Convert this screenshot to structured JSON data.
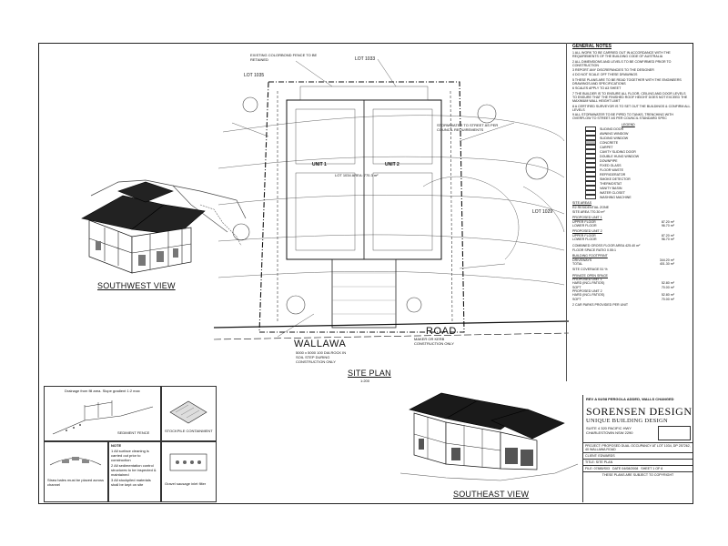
{
  "views": {
    "southwest": "SOUTHWEST VIEW",
    "southeast": "SOUTHEAST VIEW",
    "site_plan": "SITE PLAN",
    "site_plan_scale": "1:200"
  },
  "site": {
    "road_left": "WALLAWA",
    "road_right": "ROAD",
    "unit_left": "UNIT 1",
    "unit_right": "UNIT 2",
    "lot_top": "LOT 1033",
    "lot_left": "LOT 1035",
    "lot_right": "LOT 1029",
    "lot_center": "LOT 1034 AREA: 770.3 m²",
    "fence_note": "EXISTING COLORBOND FENCE TO BE RETAINED",
    "stormwater_note": "STORMWATER TO STREET AS PER COUNCIL REQUIREMENTS",
    "driveway_note": "5000 x 5000 100 DIA ROCK IN SOIL STEP DURING CONSTRUCTION ONLY",
    "kerb_note": "MAKER OR KERB CONSTRUCTION ONLY"
  },
  "general_notes": {
    "title": "GENERAL NOTES",
    "items": [
      "1 ALL WORK TO BE CARRIED OUT IN ACCORDANCE WITH THE REQUIREMENTS OF THE BUILDING CODE OF AUSTRALIA",
      "2 ALL DIMENSIONS AND LEVELS TO BE CONFIRMED PRIOR TO CONSTRUCTION",
      "3 REPORT ANY DISCREPANCIES TO THE DESIGNER",
      "4 DO NOT SCALE OFF THESE DRAWINGS",
      "5 THESE PLANS ARE TO BE READ TOGETHER WITH THE ENGINEERS DRAWINGS AND SPECIFICATIONS",
      "6 SCALES APPLY TO A3 SHEET",
      "7 THE BUILDER IS TO ENSURE ALL FLOOR, CEILING AND DOOR LEVELS TO ENSURE THAT THE FINISHED ROOF HEIGHT DOES NOT EXCEED THE MAXIMUM WALL HEIGHT LIMIT",
      "8 A CERTIFIED SURVEYOR IS TO SET OUT THE BUILDINGS & CONFIRM ALL LEVELS",
      "9 ALL STORMWATER TO BE PIPED TO TANKS, TRENCHING WITH OVERFLOW TO STREET AS PER COUNCIL STANDARD SPEC"
    ]
  },
  "legend": {
    "title": "LEGEND",
    "items": [
      "SLIDING DOOR",
      "AWNING WINDOW",
      "SLIDING WINDOW",
      "CONCRETE",
      "CARPET",
      "CAVITY SLIDING DOOR",
      "DOUBLE HUNG WINDOW",
      "DOWNPIPE",
      "FIXED GLASS",
      "FLOOR WASTE",
      "REFRIGERATOR",
      "SMOKE DETECTOR",
      "THERMOSTAT",
      "VANITY BASIN",
      "WATER CLOSET",
      "WASHING MACHINE"
    ]
  },
  "site_areas": {
    "title": "SITE AREAS",
    "zoning": "R2 RESIDENTIAL ZONE",
    "site_area": "SITE AREA 770.30 m²",
    "unit1_head": "PROPOSED UNIT 1",
    "unit1": [
      [
        "UPPER FLOOR",
        "87.20 m²"
      ],
      [
        "LOWER FLOOR",
        "96.70 m²"
      ]
    ],
    "unit2_head": "PROPOSED UNIT 2",
    "unit2": [
      [
        "UPPER FLOOR",
        "87.20 m²"
      ],
      [
        "LOWER FLOOR",
        "96.70 m²"
      ]
    ],
    "combined": "COMBINED GROSS FLOOR AREA 425.40 m²",
    "fsr": "FLOOR SPACE RATIO 0.55:1",
    "footprint_head": "BUILDING FOOTPRINT",
    "footprint": [
      [
        "DRIVEWAYS",
        "344.20 m²"
      ],
      [
        "TOTAL",
        "401.30 m²"
      ]
    ],
    "coverage": "SITE COVERAGE 51 %",
    "open_head": "PRIVATE OPEN SPACE",
    "open": [
      [
        "PROPOSED UNIT 1",
        ""
      ],
      [
        "HARD (INCL PATIOS)",
        "52.80 m²"
      ],
      [
        "SOFT",
        "70.00 m²"
      ],
      [
        "PROPOSED UNIT 2",
        ""
      ],
      [
        "HARD (INCL PATIOS)",
        "52.80 m²"
      ],
      [
        "SOFT",
        "70.00 m²"
      ]
    ],
    "cars": "2 CAR PARKS PROVIDED PER UNIT"
  },
  "title_block": {
    "revision": "REV A 04/08  PERGOLA ADDED, WALLS CHANGED",
    "company": "SORENSEN DESIGN",
    "tagline": "UNIQUE BUILDING DESIGN",
    "address": "SUITE 4 320 PACIFIC HWY CHARLESTOWN NSW 2290",
    "project_label": "PROJECT",
    "project": "PROPOSED DUAL OCCUPANCY AT LOT 1034, DP 257262, 40 WALLAWA ROAD",
    "client_label": "CLIENT",
    "client": "EDWARDS",
    "title_label": "TITLE",
    "title": "SITE PLAN",
    "file_label": "FILE",
    "file": "07885/S03",
    "date": "DATE 04/08/2008",
    "sheet": "SHEET 1 OF 6",
    "copyright": "THESE PLANS ARE SUBJECT TO COPYRIGHT"
  },
  "details": {
    "sediment_title": "Drainage from fill area. Slope gradient 1:2 max",
    "sediment_label": "SEDIMENT FENCE",
    "stockpile_title": "STOCKPILE CONTAINMENT",
    "notes_title": "NOTE",
    "notes": [
      "1 All surface cleaning is carried out prior to construction",
      "2 All sedimentation control structures to be inspected & maintained",
      "3 All stockpiled materials shall be kept on site"
    ],
    "strawbale_label": "Straw bales must be placed across channel",
    "gravel_label": "Gravel sausage inlet filter"
  }
}
